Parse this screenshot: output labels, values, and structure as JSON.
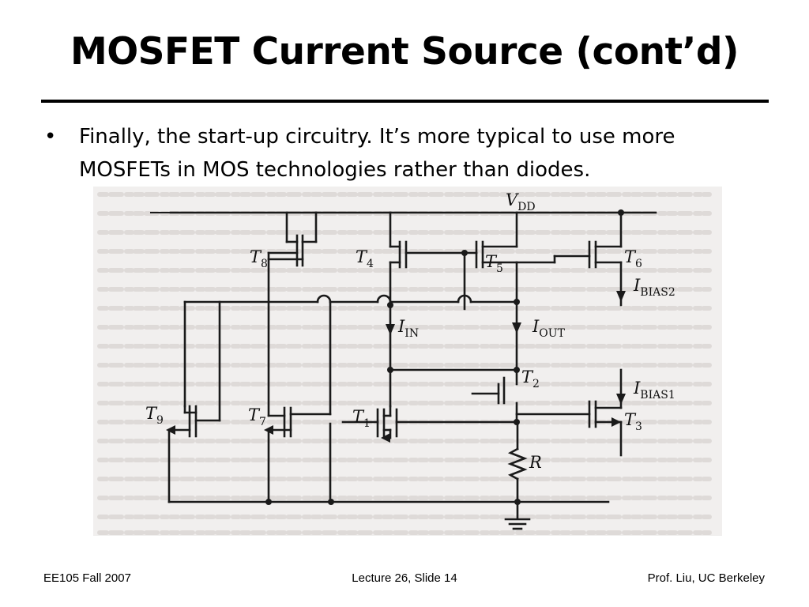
{
  "slide": {
    "title": "MOSFET Current Source (cont’d)",
    "bullet": "Finally, the start-up circuitry. It’s more typical to use more MOSFETs in MOS technologies rather than diodes."
  },
  "diagram": {
    "supply_label": "V",
    "supply_sub": "DD",
    "transistors": {
      "t1": "T",
      "t1_sub": "1",
      "t2": "T",
      "t2_sub": "2",
      "t3": "T",
      "t3_sub": "3",
      "t4": "T",
      "t4_sub": "4",
      "t5": "T",
      "t5_sub": "5",
      "t6": "T",
      "t6_sub": "6",
      "t7": "T",
      "t7_sub": "7",
      "t8": "T",
      "t8_sub": "8",
      "t9": "T",
      "t9_sub": "9"
    },
    "currents": {
      "in": "I",
      "in_sub": "IN",
      "out": "I",
      "out_sub": "OUT",
      "bias1": "I",
      "bias1_sub": "BIAS1",
      "bias2": "I",
      "bias2_sub": "BIAS2"
    },
    "resistor": "R"
  },
  "footer": {
    "left": "EE105 Fall 2007",
    "center": "Lecture 26, Slide 14",
    "right": "Prof. Liu, UC Berkeley"
  }
}
